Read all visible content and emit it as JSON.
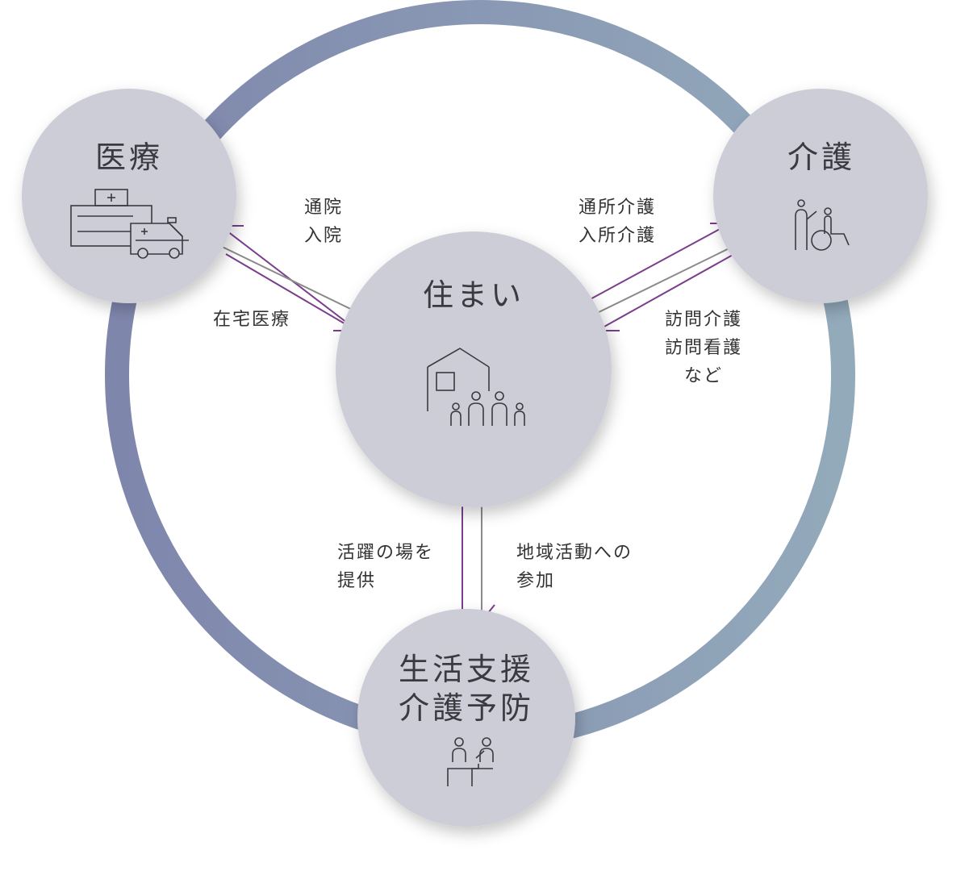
{
  "colors": {
    "ring_left": "#7f86ac",
    "ring_right": "#93aabb",
    "node_fill": "#cdcdd8",
    "arrow_purple": "#7a3e8c",
    "arrow_gray": "#8a8a8a",
    "icon_stroke": "#3a3a40"
  },
  "nodes": {
    "medical": {
      "title": "医療",
      "icon": "hospital-ambulance-icon"
    },
    "care": {
      "title": "介護",
      "icon": "caregiver-wheelchair-icon"
    },
    "home": {
      "title": "住まい",
      "icon": "house-family-icon"
    },
    "support": {
      "title": "生活支援\n介護予防",
      "icon": "consultation-icon"
    }
  },
  "links": {
    "home_to_medical": "通院\n入院",
    "medical_to_home": "在宅医療",
    "home_to_care": "通所介護\n入所介護",
    "care_to_home": "訪問介護\n訪問看護\nなど",
    "support_to_home": "活躍の場を\n提供",
    "home_to_support": "地域活動への\n参加"
  }
}
